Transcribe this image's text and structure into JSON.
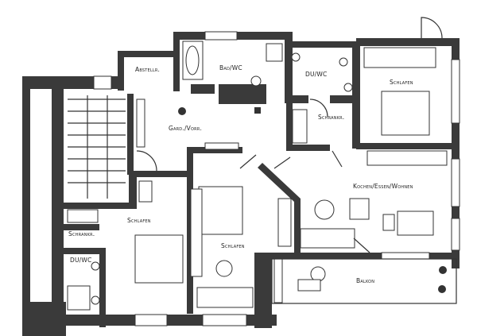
{
  "plan": {
    "rooms": {
      "abstellraum": "Abstellr.",
      "bad_wc": "Bad/WC",
      "du_wc_top": "DU/WC",
      "schlafen_top_right": "Schlafen",
      "garderobe_vorraum": "Gard./Vorr.",
      "schrankraum_top": "Schrankr.",
      "kochen_essen_wohnen": "Kochen/Essen/Wohnen",
      "schlafen_left": "Schlafen",
      "schrankraum_left": "Schrankr.",
      "schlafen_middle": "Schlafen",
      "du_wc_bottom": "DU/WC",
      "balkon": "Balkon"
    }
  }
}
